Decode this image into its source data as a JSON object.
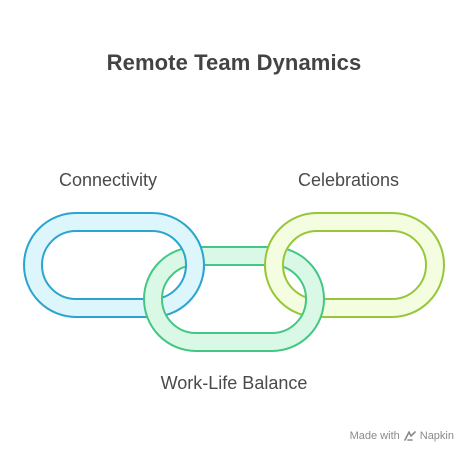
{
  "diagram": {
    "title": "Remote Team Dynamics",
    "links": [
      {
        "label": "Connectivity",
        "stroke": "#2ba4d2",
        "fill": "#dcf6fb"
      },
      {
        "label": "Work-Life Balance",
        "stroke": "#44c684",
        "fill": "#d9f9e6"
      },
      {
        "label": "Celebrations",
        "stroke": "#96c73a",
        "fill": "#f4fde0"
      }
    ]
  },
  "watermark": {
    "prefix": "Made with",
    "brand": "Napkin"
  }
}
